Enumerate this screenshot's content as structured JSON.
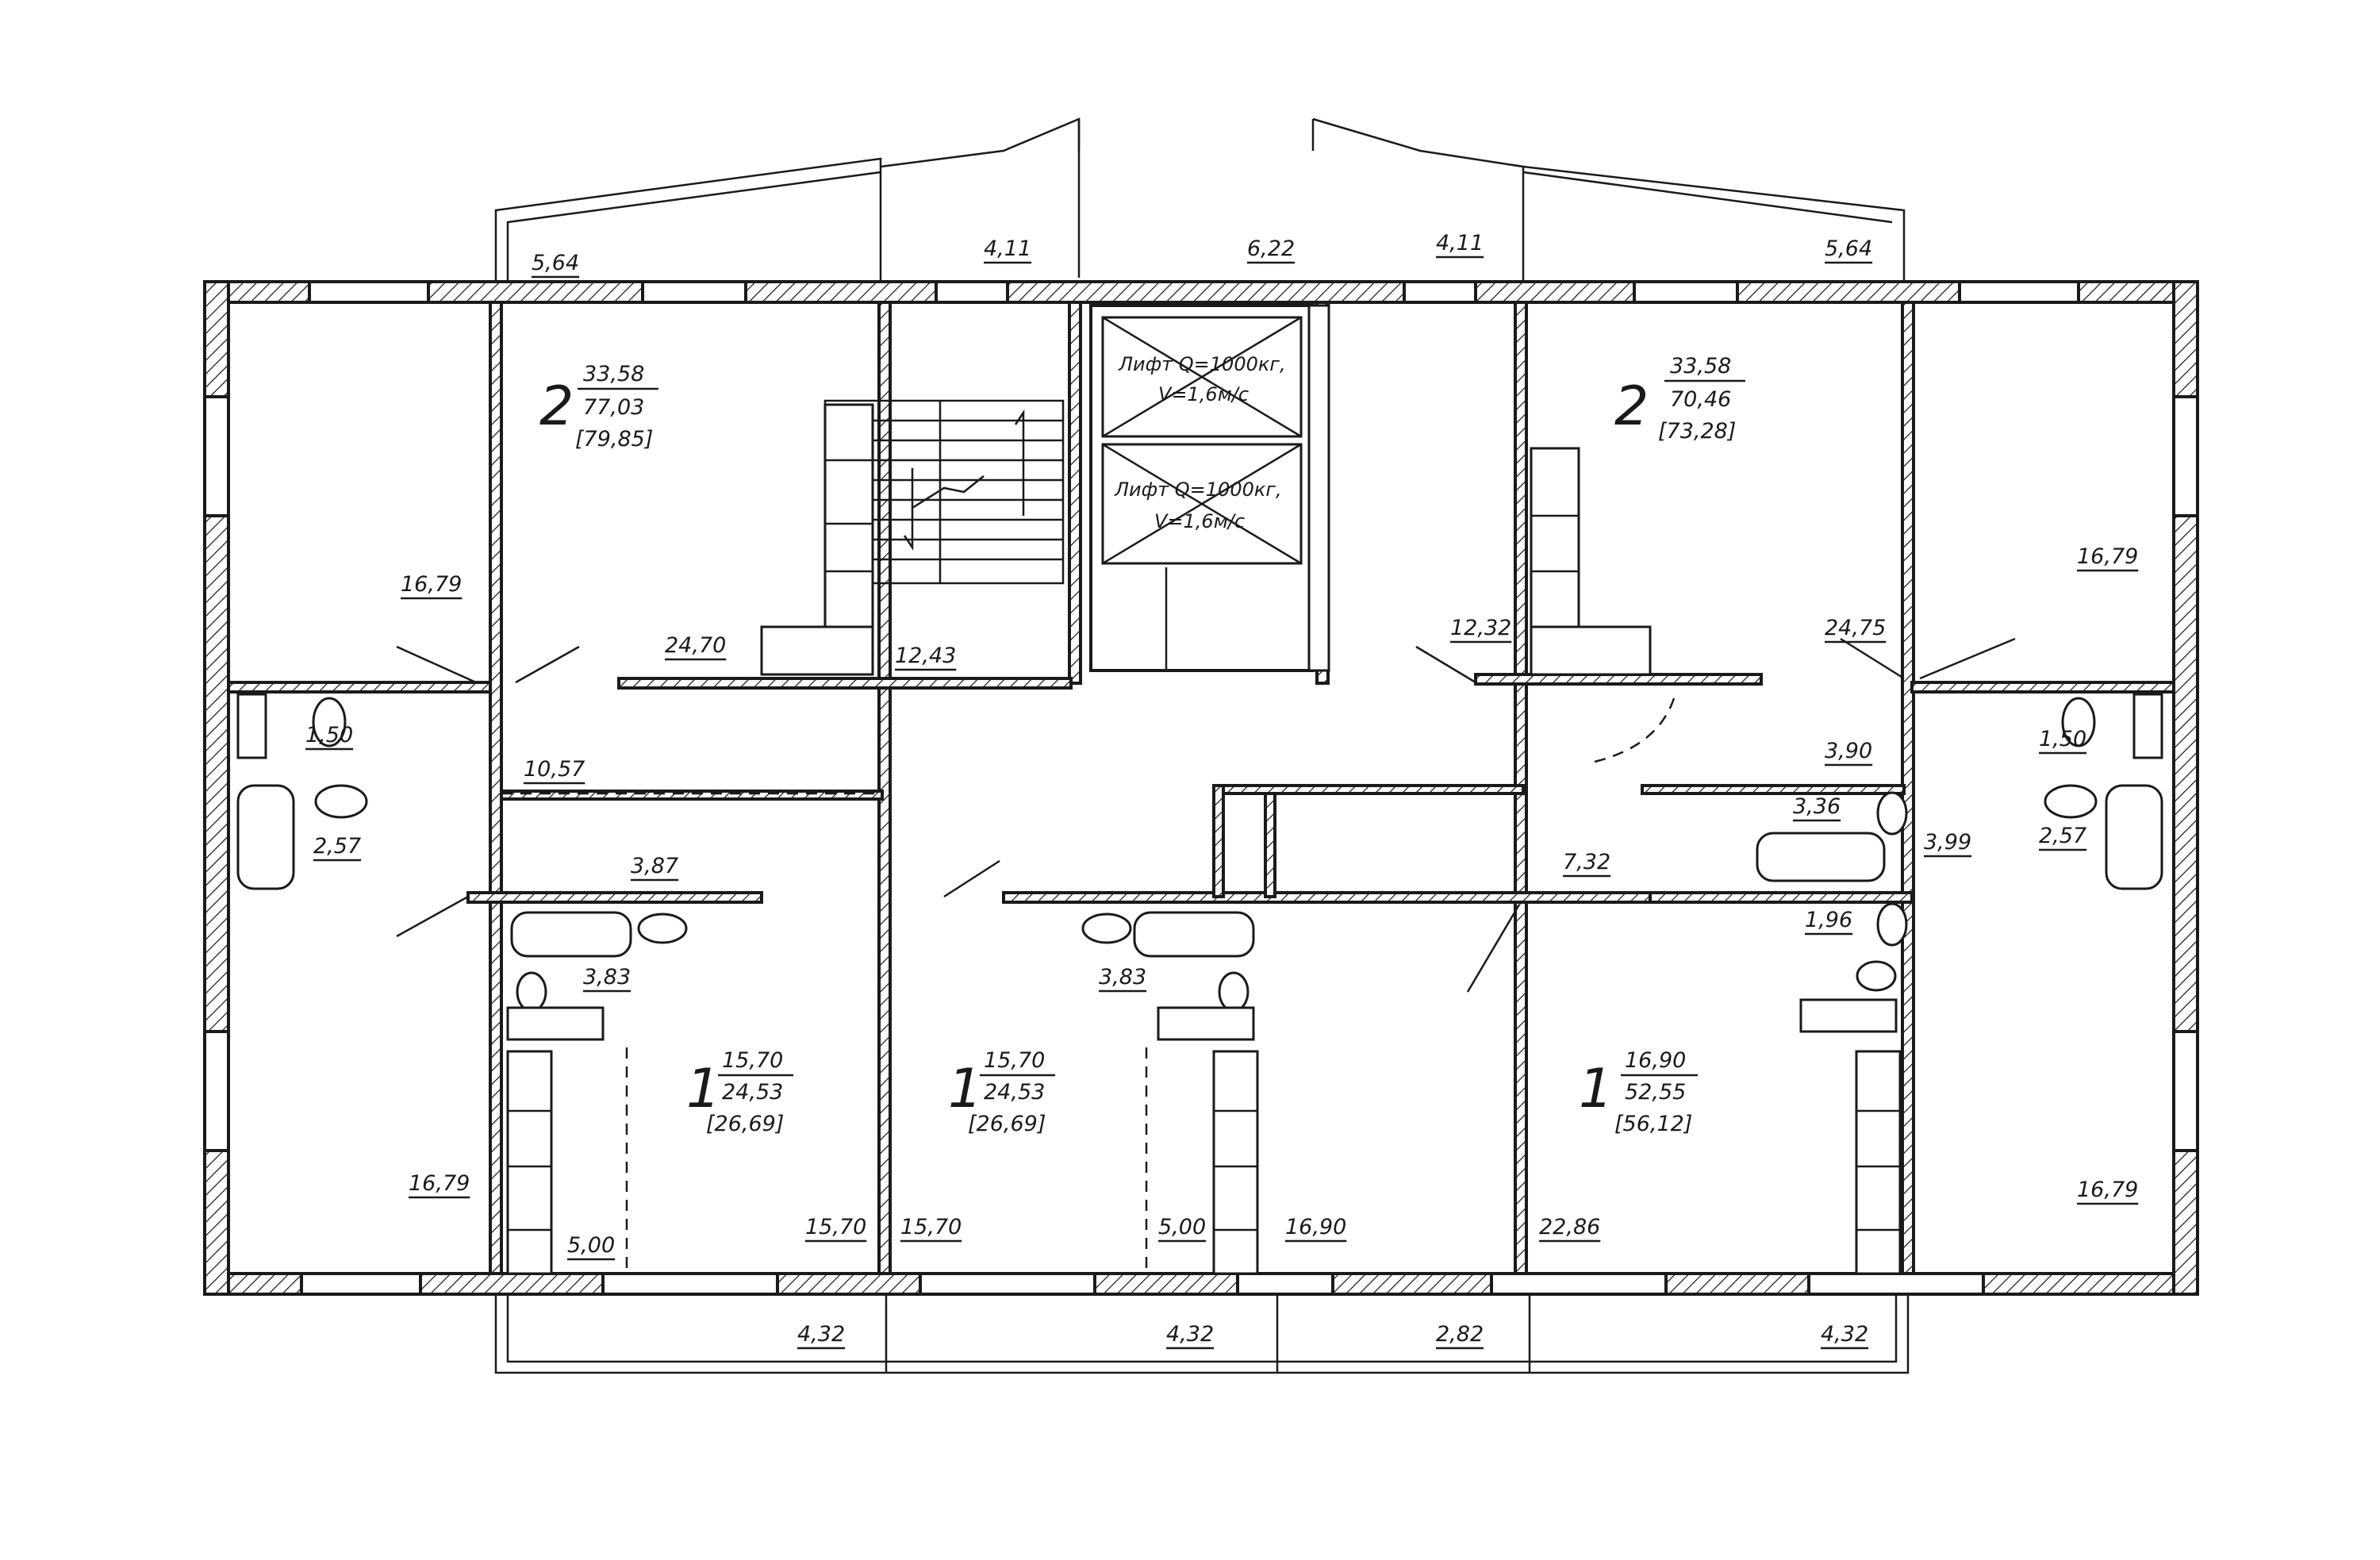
{
  "plan": {
    "lift_a": {
      "line1": "Лифт Q=1000кг,",
      "line2": "V=1,6м/с"
    },
    "lift_b": {
      "line1": "Лифт Q=1000кг,",
      "line2": "V=1,6м/с"
    },
    "apartments": [
      {
        "rooms": "2",
        "living": "33,58",
        "total": "77,03",
        "with_balcony": "[79,85]"
      },
      {
        "rooms": "2",
        "living": "33,58",
        "total": "70,46",
        "with_balcony": "[73,28]"
      },
      {
        "rooms": "1",
        "living": "15,70",
        "total": "24,53",
        "with_balcony": "[26,69]"
      },
      {
        "rooms": "1",
        "living": "15,70",
        "total": "24,53",
        "with_balcony": "[26,69]"
      },
      {
        "rooms": "1",
        "living": "16,90",
        "total": "52,55",
        "with_balcony": "[56,12]"
      }
    ],
    "room_areas": [
      "5,64",
      "4,11",
      "6,22",
      "4,11",
      "5,64",
      "16,79",
      "24,70",
      "12,43",
      "12,32",
      "24,75",
      "16,79",
      "1,50",
      "10,57",
      "3,90",
      "1,50",
      "2,57",
      "3,87",
      "3,36",
      "7,32",
      "3,99",
      "2,57",
      "3,83",
      "3,83",
      "1,96",
      "16,79",
      "5,00",
      "15,70",
      "15,70",
      "5,00",
      "16,90",
      "22,86",
      "16,79",
      "4,32",
      "4,32",
      "2,82",
      "4,32"
    ]
  }
}
